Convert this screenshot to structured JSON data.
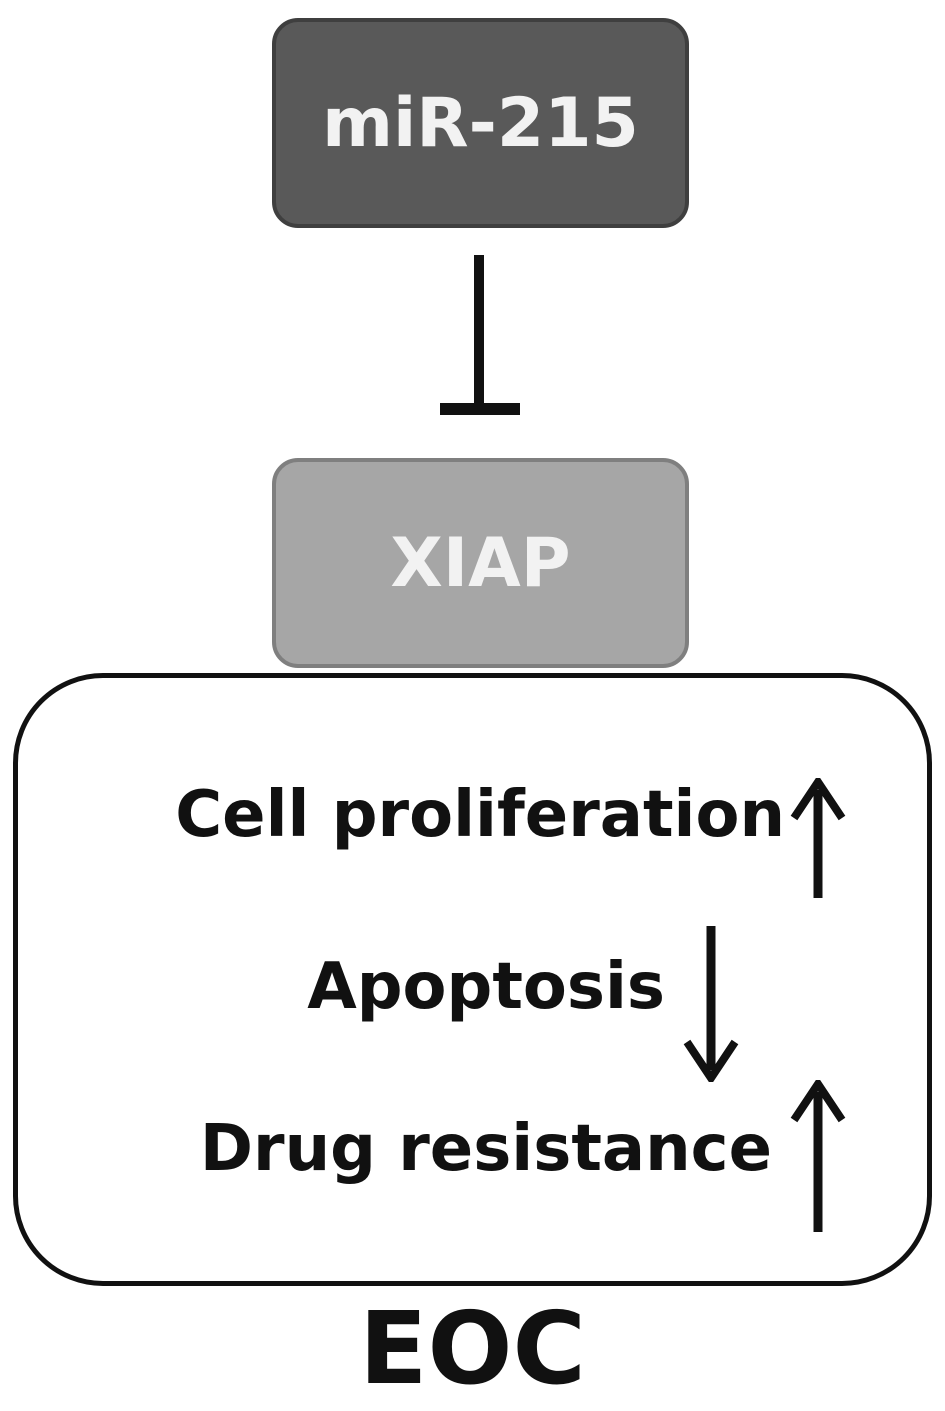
{
  "nodes": {
    "regulator": "miR-215",
    "target": "XIAP"
  },
  "effects": [
    {
      "label": "Cell proliferation",
      "direction": "up"
    },
    {
      "label": "Apoptosis",
      "direction": "down"
    },
    {
      "label": "Drug resistance",
      "direction": "up"
    }
  ],
  "context_label": "EOC",
  "relation": "inhibits",
  "colors": {
    "regulator_fill": "#595959",
    "target_fill": "#a6a6a6",
    "node_text": "#f2f2f2",
    "ink": "#111111"
  }
}
